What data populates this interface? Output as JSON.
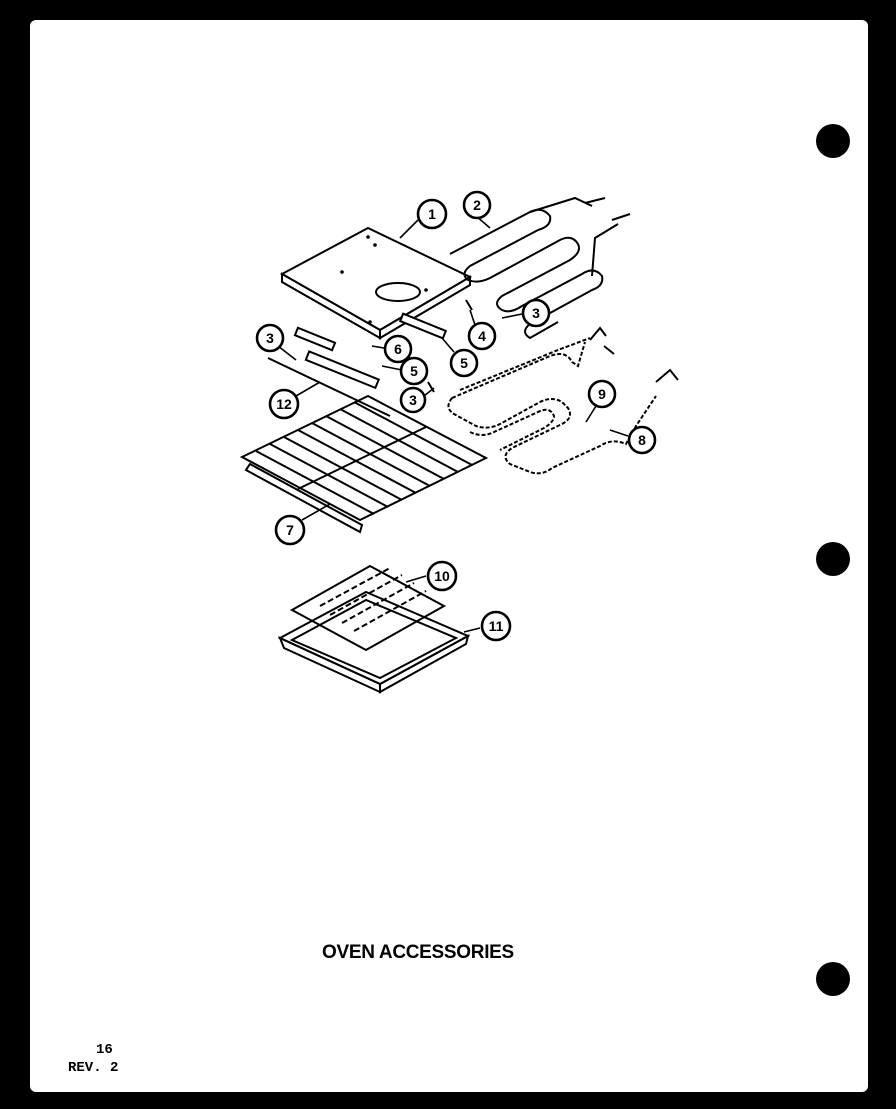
{
  "title": "OVEN ACCESSORIES",
  "page_number": "16",
  "revision": "REV. 2",
  "callouts": [
    {
      "id": "c1",
      "label": "1"
    },
    {
      "id": "c2",
      "label": "2"
    },
    {
      "id": "c3a",
      "label": "3"
    },
    {
      "id": "c4",
      "label": "4"
    },
    {
      "id": "c5a",
      "label": "5"
    },
    {
      "id": "c6",
      "label": "6"
    },
    {
      "id": "c3b",
      "label": "3"
    },
    {
      "id": "c5b",
      "label": "5"
    },
    {
      "id": "c3c",
      "label": "3"
    },
    {
      "id": "c12",
      "label": "12"
    },
    {
      "id": "c9",
      "label": "9"
    },
    {
      "id": "c8",
      "label": "8"
    },
    {
      "id": "c7",
      "label": "7"
    },
    {
      "id": "c10",
      "label": "10"
    },
    {
      "id": "c11",
      "label": "11"
    }
  ]
}
